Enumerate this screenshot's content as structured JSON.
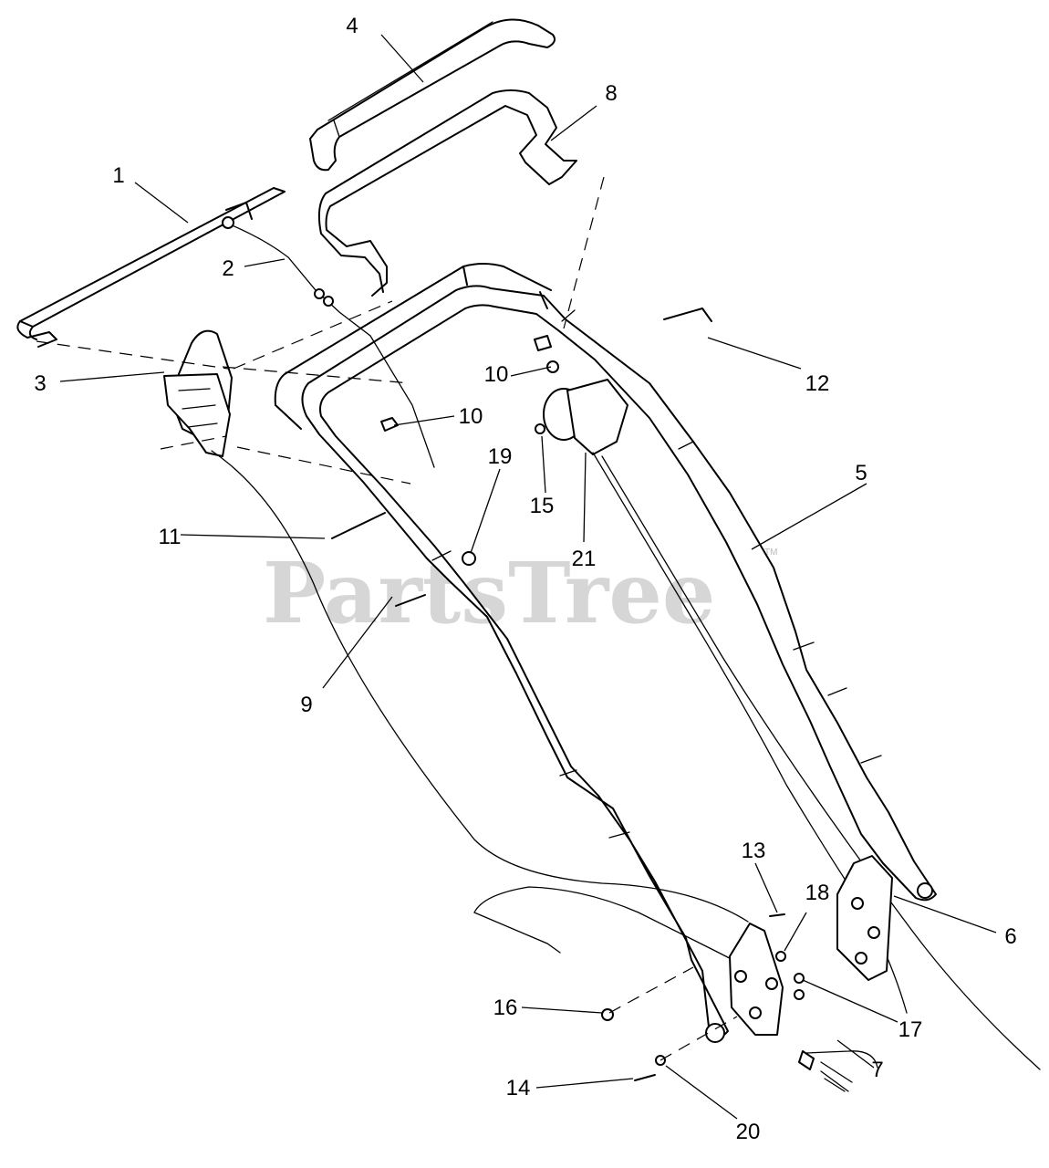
{
  "watermark": {
    "text": "PartsTree",
    "mark": "TM"
  },
  "callouts": {
    "c1": "1",
    "c2": "2",
    "c3": "3",
    "c4": "4",
    "c5": "5",
    "c6": "6",
    "c7": "7",
    "c8": "8",
    "c9": "9",
    "c10a": "10",
    "c10b": "10",
    "c11": "11",
    "c12": "12",
    "c13": "13",
    "c14": "14",
    "c15": "15",
    "c16": "16",
    "c17": "17",
    "c18": "18",
    "c19": "19",
    "c20": "20",
    "c21": "21"
  }
}
